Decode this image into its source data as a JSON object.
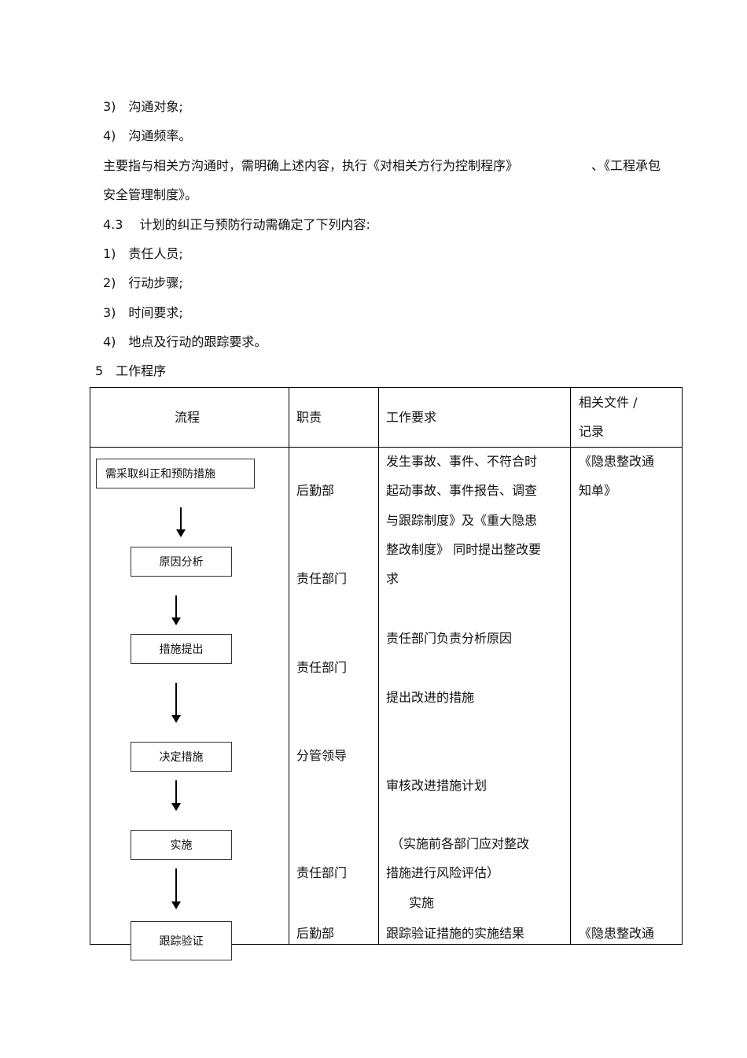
{
  "paragraphs": {
    "l1": "3)　沟通对象;",
    "l2": "4)　沟通频率。",
    "l3a": "主要指与相关方沟通时，需明确上述内容，执行《对相关方行为控制程序》",
    "l3b": "、《工程承包",
    "l4": "安全管理制度》。",
    "l5": "4.3　 计划的纠正与预防行动需确定了下列内容:",
    "l6": "1)　责任人员;",
    "l7": "2)　行动步骤;",
    "l8": "3)　时间要求;",
    "l9": "4)　地点及行动的跟踪要求。",
    "section": "5　工作程序"
  },
  "table": {
    "headers": {
      "flow": "流程",
      "duty": "职责",
      "req": "工作要求",
      "docs1": "相关文件 /",
      "docs2": "记录"
    },
    "flow_boxes": [
      "需采取纠正和预防措施",
      "原因分析",
      "措施提出",
      "决定措施",
      "实施",
      "跟踪验证"
    ],
    "duty": [
      "后勤部",
      "责任部门",
      "责任部门",
      "分管领导",
      "责任部门",
      "后勤部"
    ],
    "req_lines": [
      "发生事故、事件、不符合时",
      "起动事故、事件报告、调查",
      "与跟踪制度》及《重大隐患",
      "整改制度》 同时提出整改要",
      "求",
      "责任部门负责分析原因",
      "提出改进的措施",
      "审核改进措施计划",
      "（实施前各部门应对整改",
      "措施进行风险评估）",
      "实施",
      "跟踪验证措施的实施结果"
    ],
    "docs_lines": [
      "《隐患整改通",
      "知单》",
      "《隐患整改通"
    ]
  }
}
